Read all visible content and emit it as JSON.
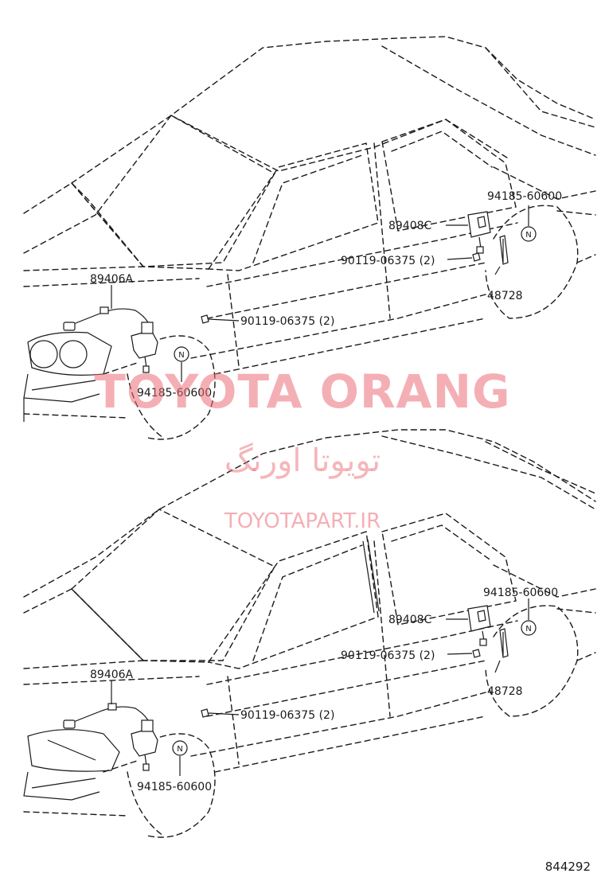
{
  "diagram": {
    "labels": {
      "level_sensor_front": "89406A",
      "level_sensor_rear": "89408C",
      "bolt_front": "90119-06375 (2)",
      "bolt_rear": "90119-06375 (2)",
      "nut_front": "94185-60600",
      "nut_rear": "94185-60600",
      "link_rear": "48728",
      "nut_marker": "N"
    },
    "reference_number": "844292"
  },
  "watermark": {
    "brand": "TOYOTA ORANG",
    "persian": "تویوتا اورنگ",
    "site": "TOYOTAPART.IR"
  }
}
